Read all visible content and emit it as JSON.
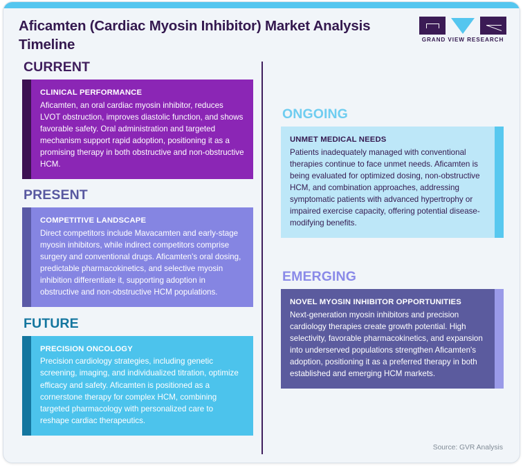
{
  "header": {
    "title": "Aficamten (Cardiac Myosin Inhibitor) Market Analysis Timeline",
    "logo_text": "GRAND VIEW RESEARCH"
  },
  "colors": {
    "card_bg": "#f1f5f9",
    "top_bar": "#55c6ef",
    "title": "#34194f",
    "divider": "#3f1d5c",
    "source_text": "#808b96"
  },
  "left_column": [
    {
      "label": "CURRENT",
      "label_color": "#3f1d5c",
      "box_bg": "#8b26b5",
      "accent": "#3d1152",
      "text_color": "#ffffff",
      "title": "CLINICAL PERFORMANCE",
      "text": "Aficamten, an oral cardiac myosin inhibitor, reduces LVOT obstruction, improves diastolic function, and shows favorable safety. Oral administration and targeted mechanism support rapid adoption, positioning it as a promising therapy in both obstructive and non-obstructive HCM."
    },
    {
      "label": "PRESENT",
      "label_color": "#5858a0",
      "box_bg": "#8585e2",
      "accent": "#5a5aa6",
      "text_color": "#ffffff",
      "title": "COMPETITIVE LANDSCAPE",
      "text": "Direct competitors include Mavacamten and early-stage myosin inhibitors, while indirect competitors comprise surgery and conventional drugs. Aficamten's oral dosing, predictable pharmacokinetics, and selective myosin inhibition differentiate it, supporting adoption in obstructive and non-obstructive HCM populations."
    },
    {
      "label": "FUTURE",
      "label_color": "#14769f",
      "box_bg": "#4cc3ec",
      "accent": "#14769f",
      "text_color": "#ffffff",
      "title": "PRECISION ONCOLOGY",
      "text": "Precision cardiology strategies, including genetic screening, imaging, and individualized titration, optimize efficacy and safety. Aficamten is positioned as a cornerstone therapy for complex HCM, combining targeted pharmacology with personalized care to reshape cardiac therapeutics."
    }
  ],
  "right_column": [
    {
      "label": "ONGOING",
      "label_color": "#6fcdf0",
      "box_bg": "#bde7f8",
      "accent": "#58c8ef",
      "text_color": "#34194f",
      "title": "UNMET MEDICAL NEEDS",
      "text": "Patients inadequately managed with conventional therapies continue to face unmet needs. Aficamten is being evaluated for optimized dosing, non-obstructive HCM, and combination approaches, addressing symptomatic patients with advanced hypertrophy or impaired exercise capacity, offering potential disease-modifying benefits."
    },
    {
      "label": "EMERGING",
      "label_color": "#8a8ae8",
      "box_bg": "#5b5b9e",
      "accent": "#9a9ae8",
      "text_color": "#ffffff",
      "title": "NOVEL MYOSIN INHIBITOR OPPORTUNITIES",
      "text": "Next-generation myosin inhibitors and precision cardiology therapies create growth potential. High selectivity, favorable pharmacokinetics, and expansion into underserved populations strengthen Aficamten's adoption, positioning it as a preferred therapy in both established and emerging HCM markets."
    }
  ],
  "footer": {
    "source": "Source: GVR Analysis"
  }
}
